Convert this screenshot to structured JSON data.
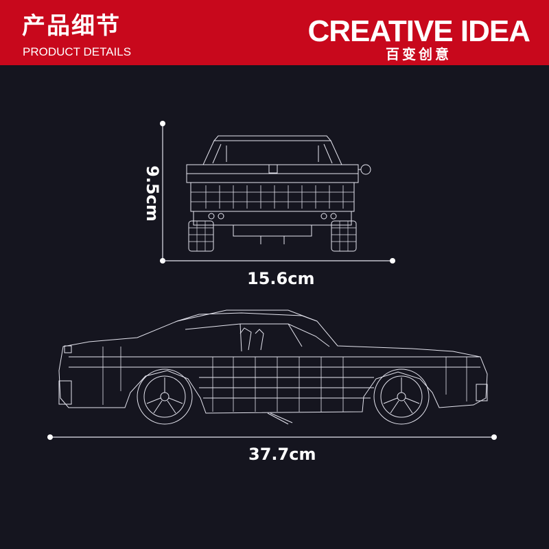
{
  "header": {
    "title_cn": "产品细节",
    "title_en": "PRODUCT DETAILS",
    "brand_en": "CREATIVE IDEA",
    "brand_cn": "百变创意"
  },
  "dimensions": {
    "height": "9.5cm",
    "width": "15.6cm",
    "length": "37.7cm"
  },
  "colors": {
    "header_bg": "#c8081c",
    "page_bg": "#15151f",
    "line": "#e6e6f0"
  }
}
